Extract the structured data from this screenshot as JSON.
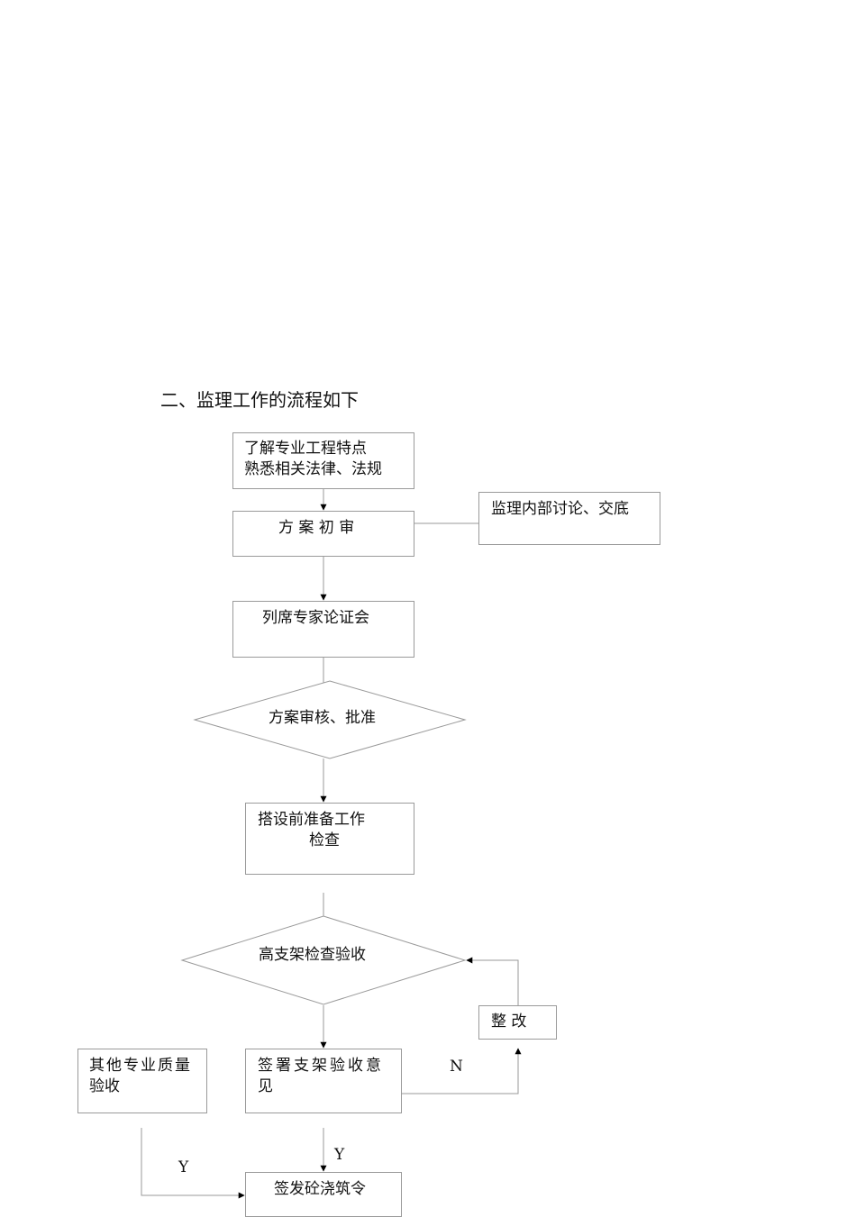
{
  "heading": "二、监理工作的流程如下",
  "nodes": {
    "understand": {
      "line1": "了解专业工程特点",
      "line2": "熟悉相关法律、法规"
    },
    "initial_review": {
      "label": "方 案 初 审"
    },
    "internal_discussion": {
      "label": "监理内部讨论、交底"
    },
    "expert_meeting": {
      "label": "列席专家论证会"
    },
    "plan_approval": {
      "label": "方案审核、批准"
    },
    "pre_erection_check": {
      "line1": "搭设前准备工作",
      "line2": "检查"
    },
    "support_inspection": {
      "label": "高支架检查验收"
    },
    "rectify": {
      "label": "整  改"
    },
    "other_quality": {
      "line1": "其他专业质量",
      "line2": "验收"
    },
    "sign_opinion": {
      "line1": "签署支架验收意",
      "line2": "见"
    },
    "pour_order": {
      "label": "签发砼浇筑令"
    }
  },
  "edge_labels": {
    "no": "N",
    "yes_center": "Y",
    "yes_left": "Y"
  }
}
